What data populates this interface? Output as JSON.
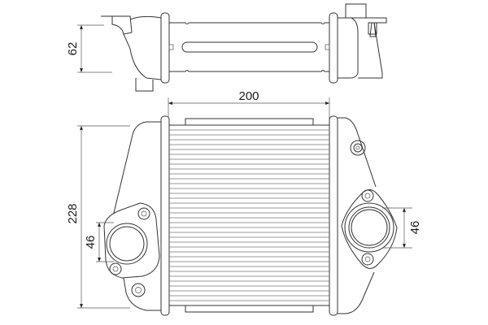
{
  "drawing": {
    "subject": "intercooler technical drawing",
    "stroke_color": "#333333",
    "background": "#ffffff"
  },
  "dimensions": {
    "top_view_height": "62",
    "core_width": "200",
    "overall_height": "228",
    "left_port_diameter": "46",
    "right_port_diameter": "46"
  }
}
